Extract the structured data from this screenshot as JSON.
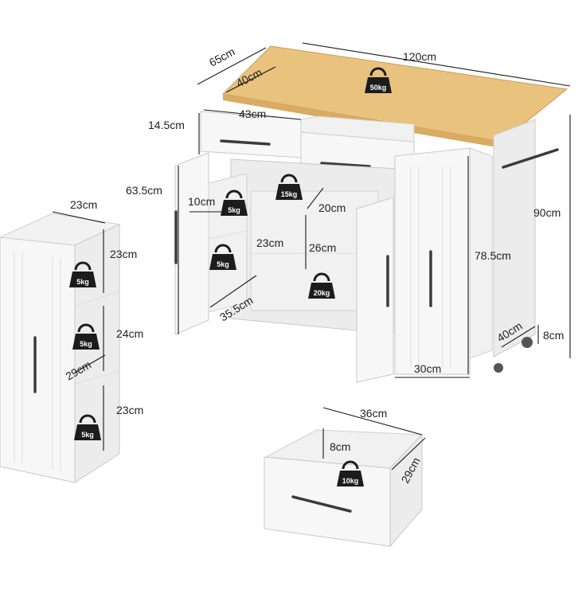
{
  "colors": {
    "wood_top": "#e9c27e",
    "cabinet": "#f7f7f7",
    "handle": "#3b3b3b",
    "weight_icon": "#1c1c1c"
  },
  "dimensions": {
    "top_width": "120cm",
    "top_depth": "65cm",
    "top_inner_depth": "40cm",
    "drawer_height": "14.5cm",
    "drawer_width": "43cm",
    "cabinet_height": "63.5cm",
    "door_rack_width": "10cm",
    "shelf_depth_20": "20cm",
    "shelf_gap_23": "23cm",
    "shelf_height_26": "26cm",
    "shelf_width": "35.5cm",
    "total_height": "90cm",
    "side_cabinet_height": "78.5cm",
    "side_cabinet_width": "30cm",
    "side_depth": "40cm",
    "wheel_height": "8cm",
    "side_unit_width": "23cm",
    "side_unit_shelf_top": "23cm",
    "side_unit_shelf_mid": "24cm",
    "side_unit_depth": "29cm",
    "side_unit_shelf_bottom": "23cm",
    "drawer_inner_width": "36cm",
    "drawer_inner_height": "8cm",
    "drawer_depth": "29cm"
  },
  "weights": {
    "top": "50kg",
    "shelf": "15kg",
    "cabinet_bottom": "20kg",
    "door_rack_top": "5kg",
    "door_rack_bottom": "5kg",
    "side_unit_1": "5kg",
    "side_unit_2": "5kg",
    "side_unit_3": "5kg",
    "drawer": "10kg"
  }
}
